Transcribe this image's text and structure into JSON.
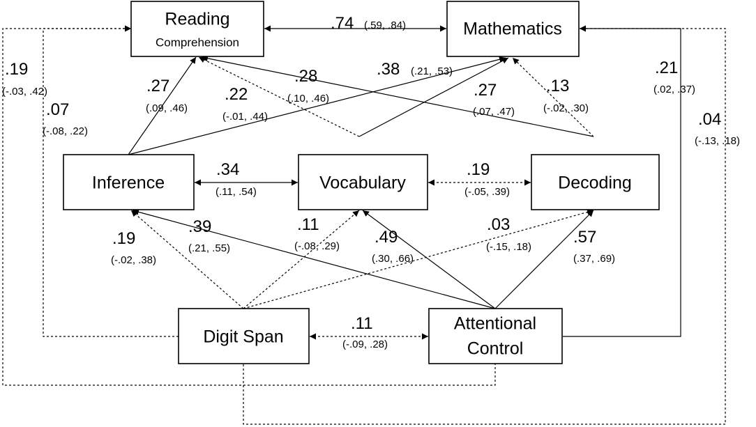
{
  "nodes": {
    "reading": {
      "line1": "Reading",
      "line2": "Comprehension"
    },
    "mathematics": {
      "label": "Mathematics"
    },
    "inference": {
      "label": "Inference"
    },
    "vocabulary": {
      "label": "Vocabulary"
    },
    "decoding": {
      "label": "Decoding"
    },
    "digit_span": {
      "label": "Digit Span"
    },
    "attentional": {
      "line1": "Attentional",
      "line2": "Control"
    }
  },
  "paths": {
    "reading_math": {
      "coef": ".74",
      "ci": "(.59, .84)"
    },
    "inference_reading": {
      "coef": ".27",
      "ci": "(.09, .46)"
    },
    "vocab_reading": {
      "coef": ".22",
      "ci": "(-.01, .44)"
    },
    "decoding_reading": {
      "coef": ".28",
      "ci": "(.10, .46)"
    },
    "inference_math": {
      "coef": ".38",
      "ci": "(.21, .53)"
    },
    "vocab_math": {
      "coef": ".27",
      "ci": "(.07, .47)"
    },
    "decoding_math": {
      "coef": ".13",
      "ci": "(-.02, .30)"
    },
    "digit_reading": {
      "coef": ".07",
      "ci": "(-.08, .22)"
    },
    "attention_reading": {
      "coef": ".19",
      "ci": "(-.03, .42)"
    },
    "attention_math": {
      "coef": ".21",
      "ci": "(.02, .37)"
    },
    "digit_math": {
      "coef": ".04",
      "ci": "(-.13, .18)"
    },
    "inference_vocab": {
      "coef": ".34",
      "ci": "(.11, .54)"
    },
    "vocab_decoding": {
      "coef": ".19",
      "ci": "(-.05, .39)"
    },
    "digit_inference": {
      "coef": ".19",
      "ci": "(-.02, .38)"
    },
    "attention_inference": {
      "coef": ".39",
      "ci": "(.21, .55)"
    },
    "digit_vocab": {
      "coef": ".11",
      "ci": "(-.08, .29)"
    },
    "attention_vocab": {
      "coef": ".49",
      "ci": "(.30, .66)"
    },
    "digit_decoding": {
      "coef": ".03",
      "ci": "(-.15, .18)"
    },
    "attention_decoding": {
      "coef": ".57",
      "ci": "(.37, .69)"
    },
    "digit_attention": {
      "coef": ".11",
      "ci": "(-.09, .28)"
    }
  }
}
